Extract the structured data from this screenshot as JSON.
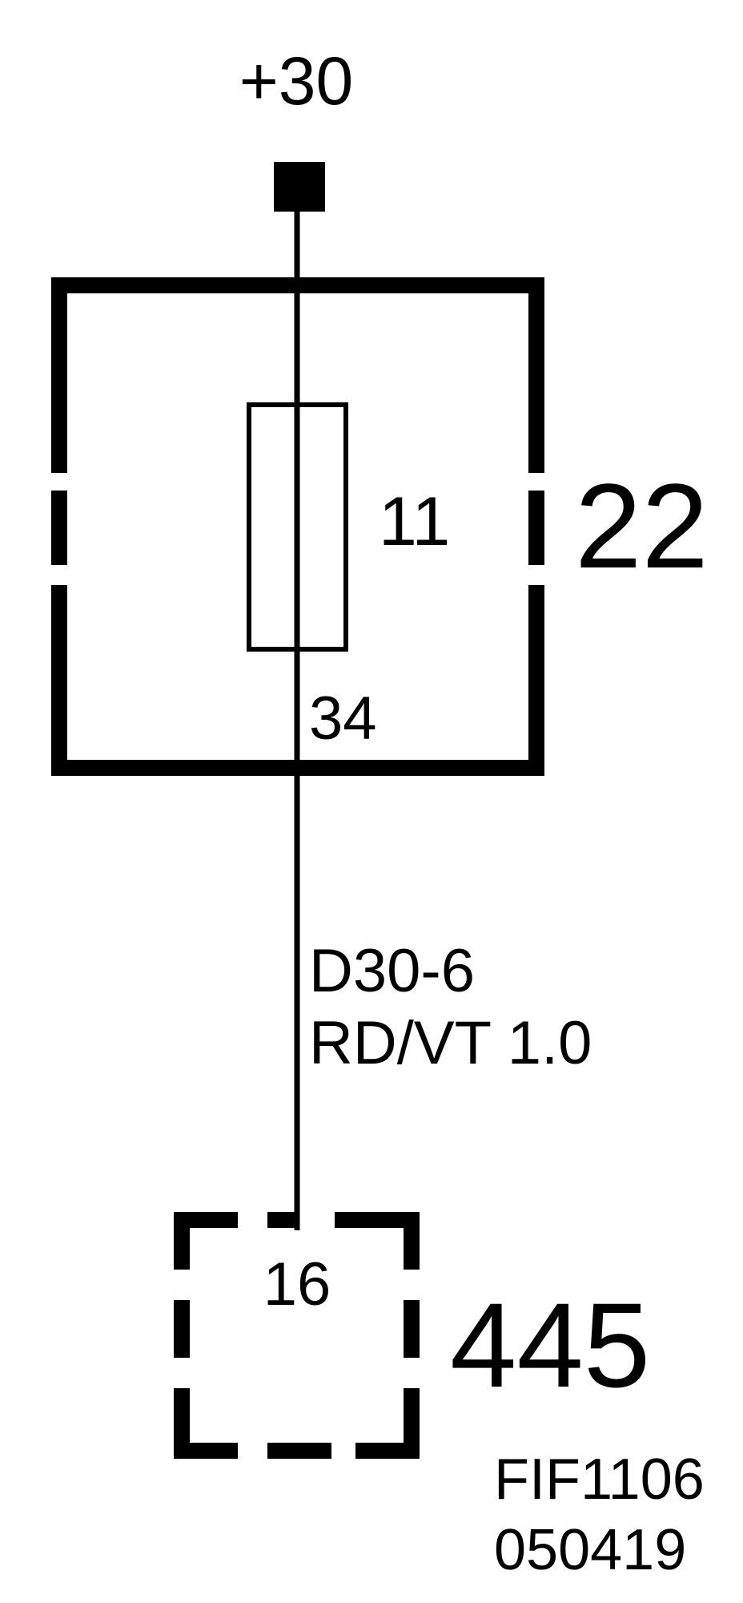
{
  "supply": {
    "label": "+30"
  },
  "fuse_box": {
    "id": "22",
    "fuse_number": "11",
    "output_pin": "34"
  },
  "wire": {
    "circuit": "D30-6",
    "spec": "RD/VT 1.0"
  },
  "connector": {
    "id": "445",
    "pin": "16"
  },
  "reference": {
    "code": "FIF1106",
    "date": "050419"
  },
  "colors": {
    "line": "#000000",
    "background": "#ffffff"
  }
}
